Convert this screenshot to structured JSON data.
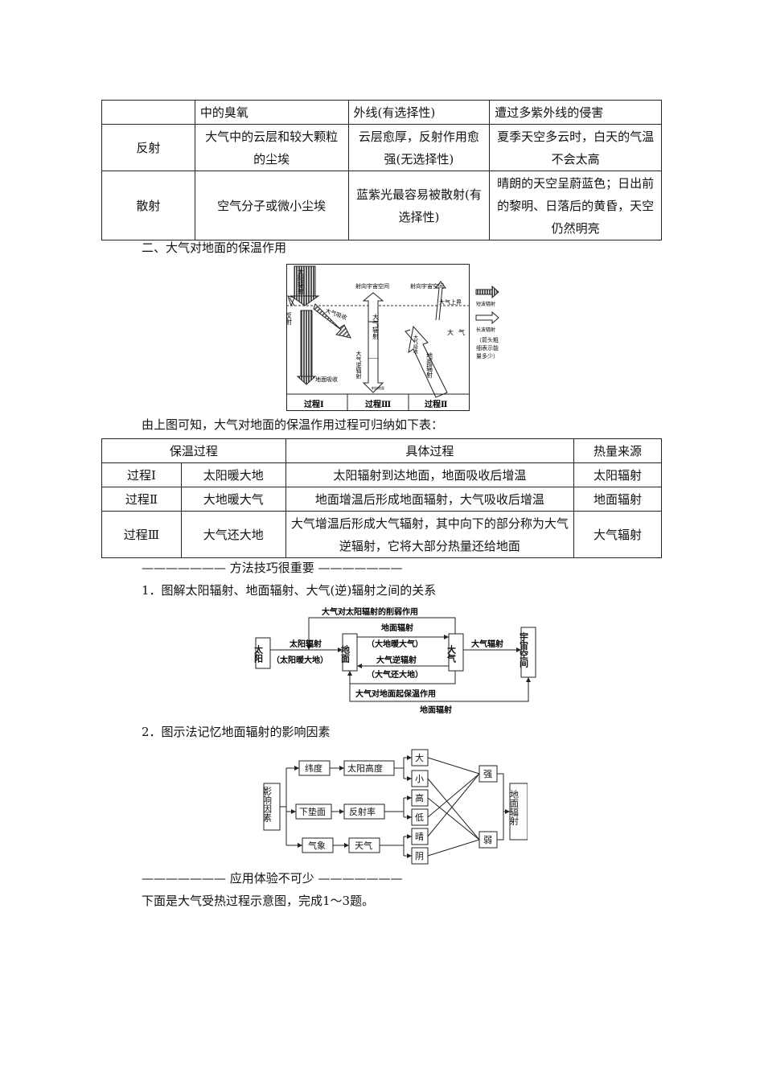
{
  "table1": {
    "rows": [
      {
        "c1": "",
        "c2": "中的臭氧",
        "c3": "外线(有选择性)",
        "c4": "遭过多紫外线的侵害"
      },
      {
        "c1": "反射",
        "c2": "大气中的云层和较大颗粒的尘埃",
        "c3": "云层愈厚，反射作用愈强(无选择性)",
        "c4": "夏季天空多云时，白天的气温不会太高"
      },
      {
        "c1": "散射",
        "c2": "空气分子或微小尘埃",
        "c3": "蓝紫光最容易被散射(有选择性)",
        "c4": "晴朗的天空呈蔚蓝色；日出前的黎明、日落后的黄昏，天空仍然明亮"
      }
    ]
  },
  "section2_heading": "二、大气对地面的保温作用",
  "fig1": {
    "sun_rad": "太阳辐射",
    "reflect": "反射",
    "atm_absorb": "大气吸收",
    "ground_absorb": "地面吸收",
    "to_space_1": "射向宇宙空间",
    "to_space_2": "射向宇宙空间",
    "atm_top": "大气上界",
    "atm_rad": "大气辐射",
    "atm_back": "大气逆辐射",
    "to_ground": "射向地面",
    "atm_absorb2": "大气吸收",
    "ground_rad": "地面辐射",
    "atm": "大气",
    "legend_short": "短波辐射",
    "legend_long": "长波辐射",
    "legend_note": "（箭头粗细表示能量多少）",
    "process1": "过程Ⅰ",
    "process3": "过程Ⅲ",
    "process2": "过程Ⅱ"
  },
  "intro_text": "由上图可知，大气对地面的保温作用过程可归纳如下表：",
  "table2": {
    "headers": [
      "保温过程",
      "具体过程",
      "热量来源"
    ],
    "rows": [
      {
        "p": "过程Ⅰ",
        "name": "太阳暖大地",
        "detail": "太阳辐射到达地面，地面吸收后增温",
        "src": "太阳辐射"
      },
      {
        "p": "过程Ⅱ",
        "name": "大地暖大气",
        "detail": "地面增温后形成地面辐射，大气吸收后增温",
        "src": "地面辐射"
      },
      {
        "p": "过程Ⅲ",
        "name": "大气还大地",
        "detail": "大气增温后形成大气辐射，其中向下的部分称为大气逆辐射，它将大部分热量还给地面",
        "src": "大气辐射"
      }
    ]
  },
  "divider_method": "———————  方法技巧很重要  ———————",
  "item1": "1．图解太阳辐射、地面辐射、大气(逆)辐射之间的关系",
  "fig2": {
    "sun": "太阳",
    "ground": "地面",
    "atm": "大气",
    "space": "宇宙空间",
    "weaken": "大气对太阳辐射的削弱作用",
    "sun_rad": "太阳辐射",
    "sun_warm": "（太阳暖大地）",
    "ground_rad": "地面辐射",
    "ground_warm": "（大地暖大气）",
    "back_rad": "大气逆辐射",
    "atm_return": "（大气还大地）",
    "atm_rad": "大气辐射",
    "insulation": "大气对地面起保温作用",
    "ground_rad_bottom": "地面辐射"
  },
  "item2": "2．图示法记忆地面辐射的影响因素",
  "fig3": {
    "factors": "影响因素",
    "latitude": "纬度",
    "sun_height": "太阳高度",
    "surface": "下垫面",
    "albedo": "反射率",
    "weather_phen": "气象",
    "weather": "天气",
    "big": "大",
    "small": "小",
    "high": "高",
    "low": "低",
    "sunny": "晴",
    "cloudy": "阴",
    "strong": "强",
    "weak": "弱",
    "ground_rad": "地面辐射"
  },
  "divider_apply": "———————  应用体验不可少  ———————",
  "final_text": "下面是大气受热过程示意图，完成1～3题。"
}
